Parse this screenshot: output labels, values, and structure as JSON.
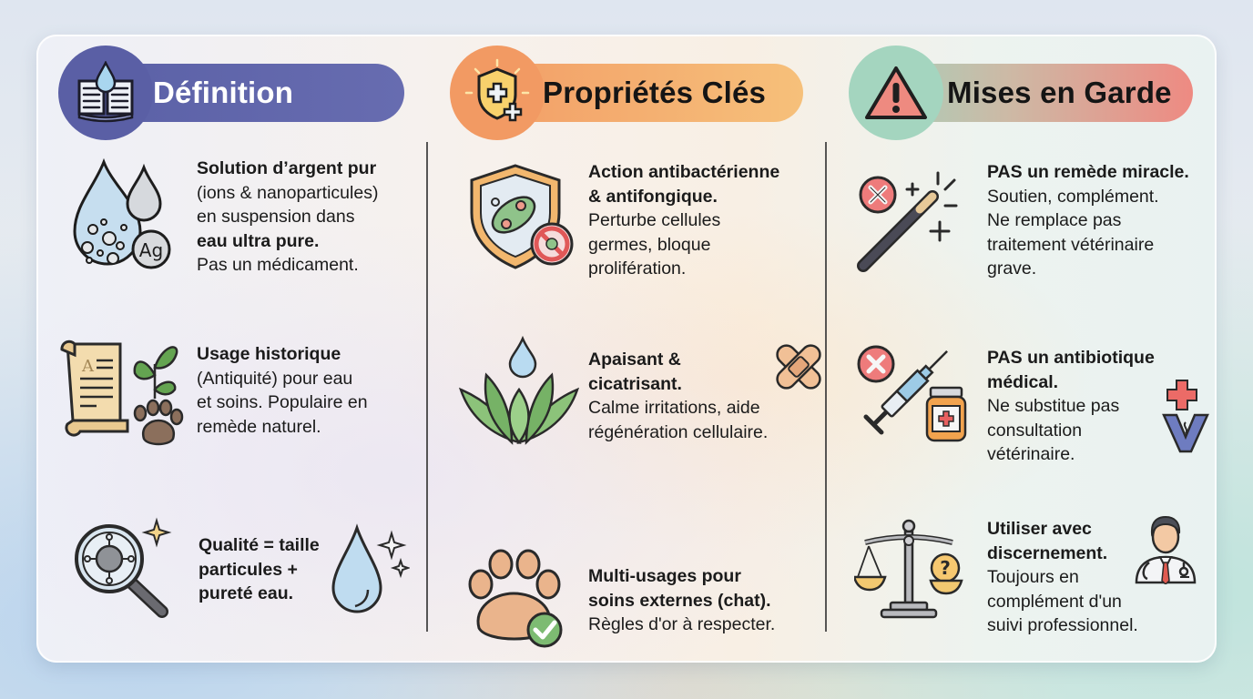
{
  "columns": [
    {
      "id": "definition",
      "header": {
        "title": "Définition",
        "icon": "book-water-drop-icon",
        "color": "#5c63a8",
        "title_color": "#ffffff"
      },
      "items": [
        {
          "icon": "silver-water-drops-ag-icon",
          "lines": [
            {
              "text": "Solution d’argent pur",
              "bold": true
            },
            {
              "text": "(ions & nanoparticules)",
              "bold": false
            },
            {
              "text": "en suspension dans",
              "bold": false
            },
            {
              "text": "eau ultra pure.",
              "bold": true
            },
            {
              "text": "Pas un médicament.",
              "bold": false
            }
          ]
        },
        {
          "icon": "scroll-plant-paw-icon",
          "lines": [
            {
              "text": "Usage historique",
              "bold": true
            },
            {
              "text": "(Antiquité) pour eau",
              "bold": false
            },
            {
              "text": "et soins. Populaire en",
              "bold": false
            },
            {
              "text": "remède naturel.",
              "bold": false
            }
          ]
        },
        {
          "icon": "magnifier-particle-icon",
          "icon_right": "sparkling-water-drop-icon",
          "lines": [
            {
              "text": "Qualité = taille",
              "bold": true
            },
            {
              "text": "particules +",
              "bold": true
            },
            {
              "text": "pureté eau.",
              "bold": true
            }
          ]
        }
      ]
    },
    {
      "id": "properties",
      "header": {
        "title": "Propriétés Clés",
        "icon": "shield-plus-icon",
        "color": "#f2a066",
        "title_color": "#151515"
      },
      "items": [
        {
          "icon": "shield-bacteria-blocked-icon",
          "lines": [
            {
              "text": "Action antibactérienne",
              "bold": true
            },
            {
              "text": "& antifongique.",
              "bold": true
            },
            {
              "text": "Perturbe cellules",
              "bold": false
            },
            {
              "text": "germes, bloque",
              "bold": false
            },
            {
              "text": "prolifération.",
              "bold": false
            }
          ]
        },
        {
          "icon": "aloe-vera-drop-icon",
          "icon_right": "crossed-bandages-icon",
          "lines": [
            {
              "text": "Apaisant &",
              "bold": true
            },
            {
              "text": "cicatrisant.",
              "bold": true
            },
            {
              "text": "Calme irritations, aide",
              "bold": false
            },
            {
              "text": "régénération cellulaire.",
              "bold": false
            }
          ]
        },
        {
          "icon": "paw-checkmark-icon",
          "lines": [
            {
              "text": "Multi-usages pour",
              "bold": true
            },
            {
              "text": "soins externes (chat).",
              "bold": true
            },
            {
              "text": "Règles d'or à respecter.",
              "bold": false
            }
          ]
        }
      ]
    },
    {
      "id": "warnings",
      "header": {
        "title": "Mises en Garde",
        "icon": "warning-triangle-icon",
        "color_start": "#9fd3bd",
        "color_end": "#ee8a80",
        "title_color": "#151515"
      },
      "items": [
        {
          "icon": "magic-wand-cross-icon",
          "lines": [
            {
              "text": "PAS un remède miracle.",
              "bold": true
            },
            {
              "text": "Soutien, complément.",
              "bold": false
            },
            {
              "text": "Ne remplace pas",
              "bold": false
            },
            {
              "text": "traitement vétérinaire",
              "bold": false
            },
            {
              "text": "grave.",
              "bold": false
            }
          ]
        },
        {
          "icon": "syringe-medicine-cross-icon",
          "icon_right": "veterinary-v-cross-icon",
          "lines": [
            {
              "text": "PAS un antibiotique",
              "bold": true
            },
            {
              "text": "médical.",
              "bold": true
            },
            {
              "text": "Ne substitue pas",
              "bold": false
            },
            {
              "text": "consultation",
              "bold": false
            },
            {
              "text": "vétérinaire.",
              "bold": false
            }
          ]
        },
        {
          "icon": "balance-scale-question-icon",
          "icon_right": "doctor-icon",
          "lines": [
            {
              "text": "Utiliser avec",
              "bold": true
            },
            {
              "text": "discernement.",
              "bold": true
            },
            {
              "text": "Toujours en",
              "bold": false
            },
            {
              "text": "complément d'un",
              "bold": false
            },
            {
              "text": "suivi professionnel.",
              "bold": false
            }
          ]
        }
      ]
    }
  ]
}
